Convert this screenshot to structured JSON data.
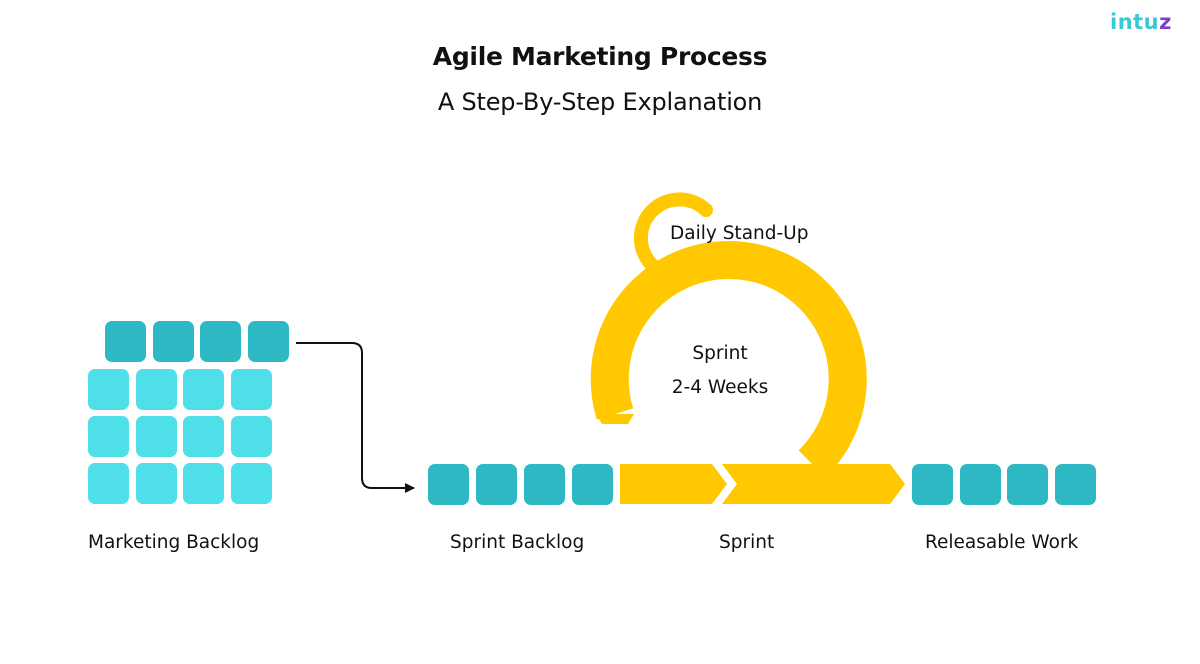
{
  "header": {
    "title": "Agile Marketing Process",
    "subtitle": "A Step-By-Step Explanation"
  },
  "brand": {
    "logo_text_main": "intu",
    "logo_text_accent": "z",
    "color_main": "#37c9d6",
    "color_accent": "#7a3fd0"
  },
  "diagram": {
    "stages": {
      "marketing_backlog": "Marketing Backlog",
      "sprint_backlog": "Sprint Backlog",
      "sprint": "Sprint",
      "releasable_work": "Releasable Work"
    },
    "loop": {
      "daily_standup": "Daily Stand-Up",
      "sprint_line1": "Sprint",
      "sprint_line2": "2-4 Weeks"
    },
    "colors": {
      "dark_tile": "#2eb8c4",
      "light_tile": "#4fdfe8",
      "loop": "#ffc800",
      "arrow": "#111111"
    }
  }
}
